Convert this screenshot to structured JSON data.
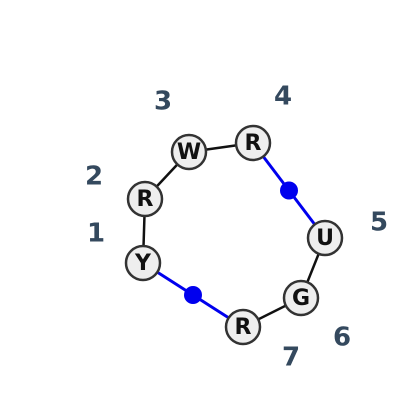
{
  "diagram": {
    "nodes": [
      {
        "letter": "Y",
        "number": "1"
      },
      {
        "letter": "R",
        "number": "2"
      },
      {
        "letter": "W",
        "number": "3"
      },
      {
        "letter": "R",
        "number": "4"
      },
      {
        "letter": "U",
        "number": "5"
      },
      {
        "letter": "G",
        "number": "6"
      },
      {
        "letter": "R",
        "number": "7"
      }
    ],
    "edges": [
      {
        "from": 0,
        "to": 1,
        "type": "plain"
      },
      {
        "from": 1,
        "to": 2,
        "type": "plain"
      },
      {
        "from": 2,
        "to": 3,
        "type": "plain"
      },
      {
        "from": 3,
        "to": 4,
        "type": "marked"
      },
      {
        "from": 4,
        "to": 5,
        "type": "plain"
      },
      {
        "from": 5,
        "to": 6,
        "type": "plain"
      },
      {
        "from": 6,
        "to": 0,
        "type": "marked"
      }
    ],
    "colors": {
      "plain_edge": "#111111",
      "marked_edge": "#0000ee",
      "marker_dot": "#0000ee"
    }
  }
}
